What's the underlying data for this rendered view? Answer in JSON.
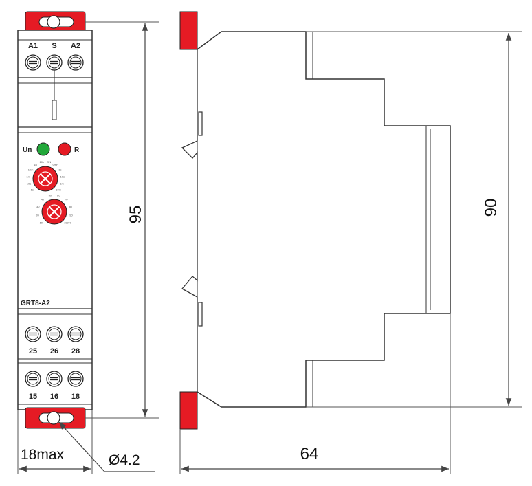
{
  "colors": {
    "red": "#e51b24",
    "led_green": "#22a83a",
    "led_red": "#e51b24",
    "line": "#333333",
    "dim_line": "#444444"
  },
  "front": {
    "top_terminals": [
      "A1",
      "S",
      "A2"
    ],
    "leds": {
      "left": "Un",
      "right": "R"
    },
    "knob1_scale": [
      "1s",
      "10s",
      "1m",
      "10m",
      "1h",
      "10h",
      "ON",
      "OFF",
      "1s",
      "10s",
      "1m",
      "10m"
    ],
    "knob2_scale": [
      "10",
      "20",
      "30",
      "40",
      "50",
      "60",
      "70",
      "80",
      "90",
      "100%"
    ],
    "model": "GRT8-A2",
    "bottom_terminals_row1": [
      "25",
      "26",
      "28"
    ],
    "bottom_terminals_row2": [
      "15",
      "16",
      "18"
    ]
  },
  "dimensions": {
    "height_front": "95",
    "width_front": "18max",
    "hole_diameter": "Ø4.2",
    "height_side": "90",
    "depth_side": "64"
  }
}
